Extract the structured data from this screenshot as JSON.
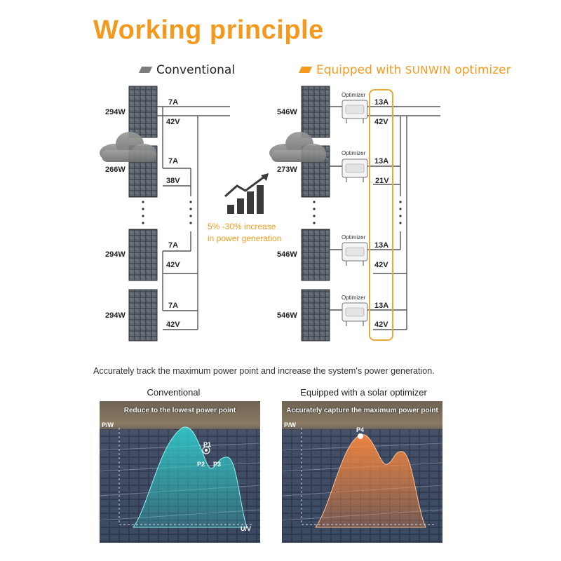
{
  "title": "Working principle",
  "conventional": {
    "header": "Conventional",
    "panels": [
      {
        "watt": "294W",
        "current": "7A",
        "voltage": "42V"
      },
      {
        "watt": "266W",
        "current": "7A",
        "voltage": "38V"
      },
      {
        "watt": "294W",
        "current": "7A",
        "voltage": "42V"
      },
      {
        "watt": "294W",
        "current": "7A",
        "voltage": "42V"
      }
    ]
  },
  "optimizer": {
    "header_prefix": "Equipped with ",
    "header_brand": "SUNWIN",
    "header_suffix": " optimizer",
    "device_label": "Optimizer",
    "panels": [
      {
        "watt": "546W",
        "current": "13A",
        "voltage": "42V"
      },
      {
        "watt": "273W",
        "current": "13A",
        "voltage": "21V"
      },
      {
        "watt": "546W",
        "current": "13A",
        "voltage": "42V"
      },
      {
        "watt": "546W",
        "current": "13A",
        "voltage": "42V"
      }
    ]
  },
  "gain": {
    "line1": "5% -30% increase",
    "line2": "in power generation"
  },
  "caption": "Accurately track the maximum power point and increase the system's power generation.",
  "bottom": {
    "left": {
      "title": "Conventional",
      "photo_caption": "Reduce to the lowest power point",
      "y_axis": "P/W",
      "x_axis": "U/V",
      "points": [
        "P1",
        "P2",
        "P3"
      ]
    },
    "right": {
      "title": "Equipped with a solar optimizer",
      "photo_caption": "Accurately capture the maximum power point",
      "y_axis": "P/W",
      "points": [
        "P4"
      ]
    }
  },
  "colors": {
    "accent": "#F39A1E",
    "curve_conventional": "#2FD2D0",
    "curve_optimizer": "#FF8A3D",
    "highlight_box": "#E8A838"
  }
}
